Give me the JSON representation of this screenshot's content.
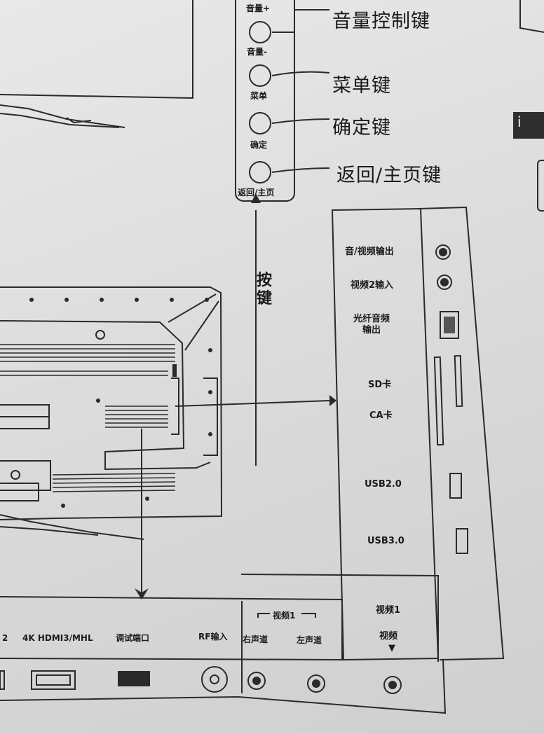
{
  "side_keys": {
    "buttons": [
      {
        "label": "音量+"
      },
      {
        "label": "音量-"
      },
      {
        "label": "菜单"
      },
      {
        "label": "确定"
      },
      {
        "label": "返回/主页"
      }
    ],
    "callouts": [
      "音量控制键",
      "菜单键",
      "确定键",
      "返回/主页键"
    ],
    "vertical_label": "按键"
  },
  "side_panel": {
    "ports": [
      "音/视频输出",
      "视频2输入",
      "光纤音频\n输出",
      "SD卡",
      "CA卡",
      "USB2.0",
      "USB3.0"
    ]
  },
  "bottom_panel": {
    "ports": [
      "2",
      "4K HDMI3/MHL",
      "调试端口",
      "RF输入"
    ],
    "video1_group": {
      "title": "视频1",
      "left": "右声道",
      "right": "左声道"
    },
    "video1_side": {
      "top": "视频1",
      "bottom": "视频",
      "marker": "▼"
    }
  },
  "edge_text": "i"
}
